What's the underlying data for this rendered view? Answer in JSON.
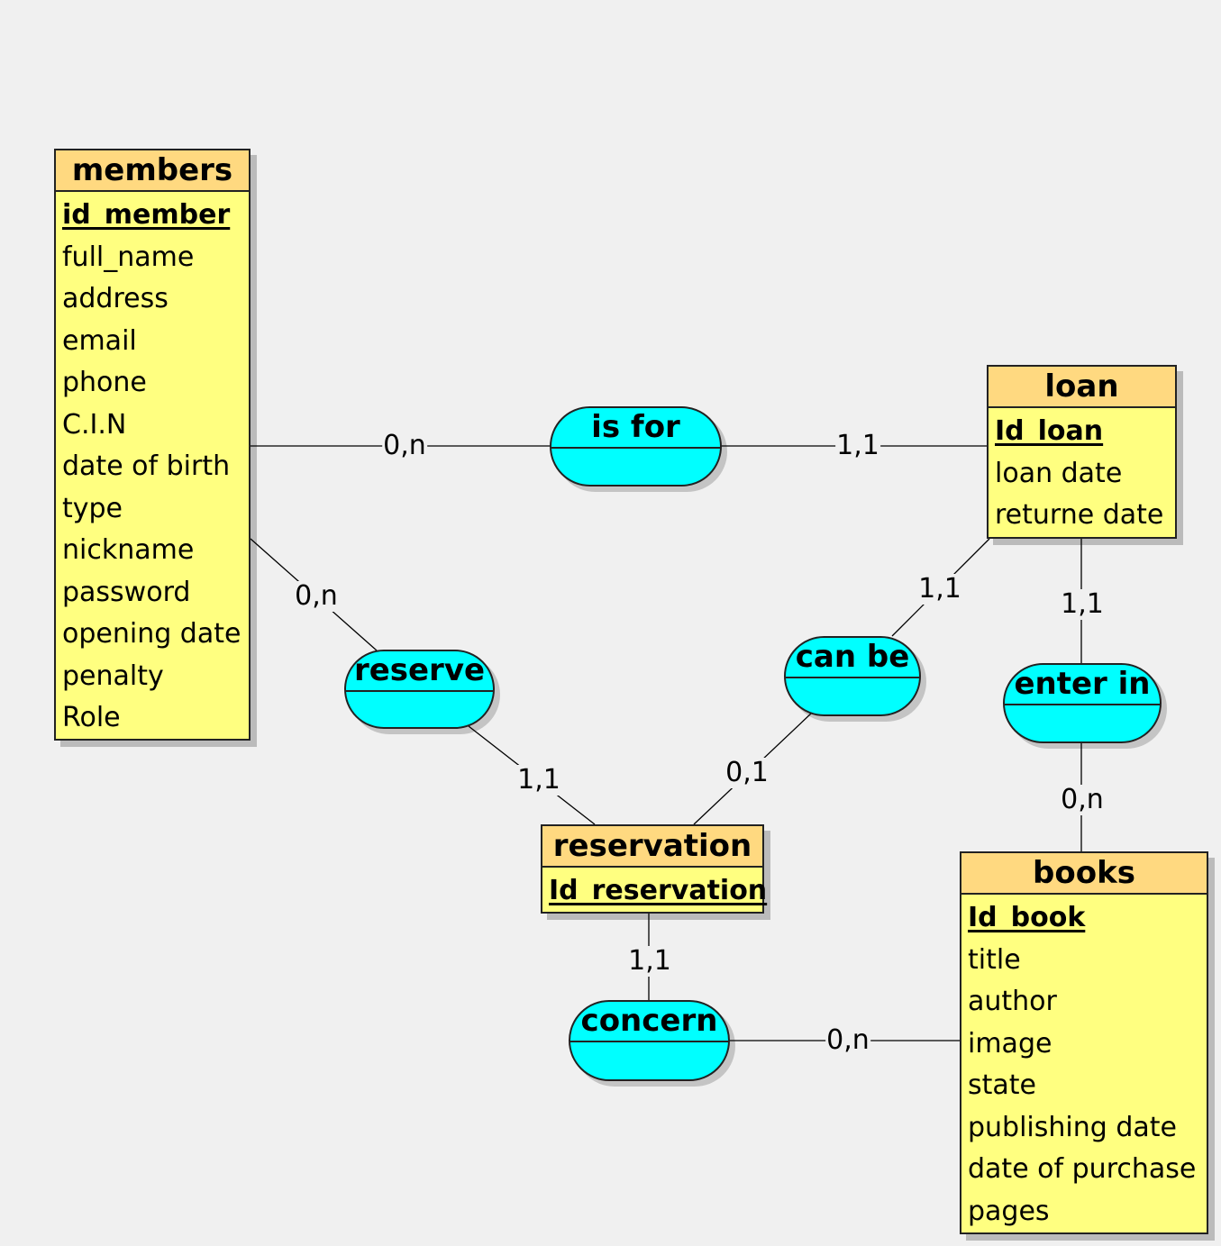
{
  "entities": {
    "members": {
      "title": "members",
      "attributes": [
        {
          "label": "id_member",
          "key": true
        },
        {
          "label": "full_name"
        },
        {
          "label": "address"
        },
        {
          "label": "email"
        },
        {
          "label": "phone"
        },
        {
          "label": "C.I.N"
        },
        {
          "label": "date of birth"
        },
        {
          "label": "type"
        },
        {
          "label": "nickname"
        },
        {
          "label": "password"
        },
        {
          "label": "opening date"
        },
        {
          "label": "penalty"
        },
        {
          "label": "Role"
        }
      ]
    },
    "loan": {
      "title": "loan",
      "attributes": [
        {
          "label": "Id_loan",
          "key": true
        },
        {
          "label": "loan date"
        },
        {
          "label": "returne date"
        }
      ]
    },
    "reservation": {
      "title": "reservation",
      "attributes": [
        {
          "label": "Id_reservation",
          "key": true
        }
      ]
    },
    "books": {
      "title": "books",
      "attributes": [
        {
          "label": "Id_book",
          "key": true
        },
        {
          "label": "title"
        },
        {
          "label": "author"
        },
        {
          "label": "image"
        },
        {
          "label": "state"
        },
        {
          "label": "publishing date"
        },
        {
          "label": "date of purchase"
        },
        {
          "label": "pages"
        }
      ]
    }
  },
  "associations": {
    "is_for": "is for",
    "reserve": "reserve",
    "can_be": "can be",
    "enter_in": "enter in",
    "concern": "concern"
  },
  "cardinalities": {
    "members_is_for": "0,n",
    "loan_is_for": "1,1",
    "members_reserve": "0,n",
    "reservation_reserve": "1,1",
    "loan_can_be": "1,1",
    "reservation_can_be": "0,1",
    "loan_enter_in": "1,1",
    "books_enter_in": "0,n",
    "reservation_concern": "1,1",
    "books_concern": "0,n"
  }
}
